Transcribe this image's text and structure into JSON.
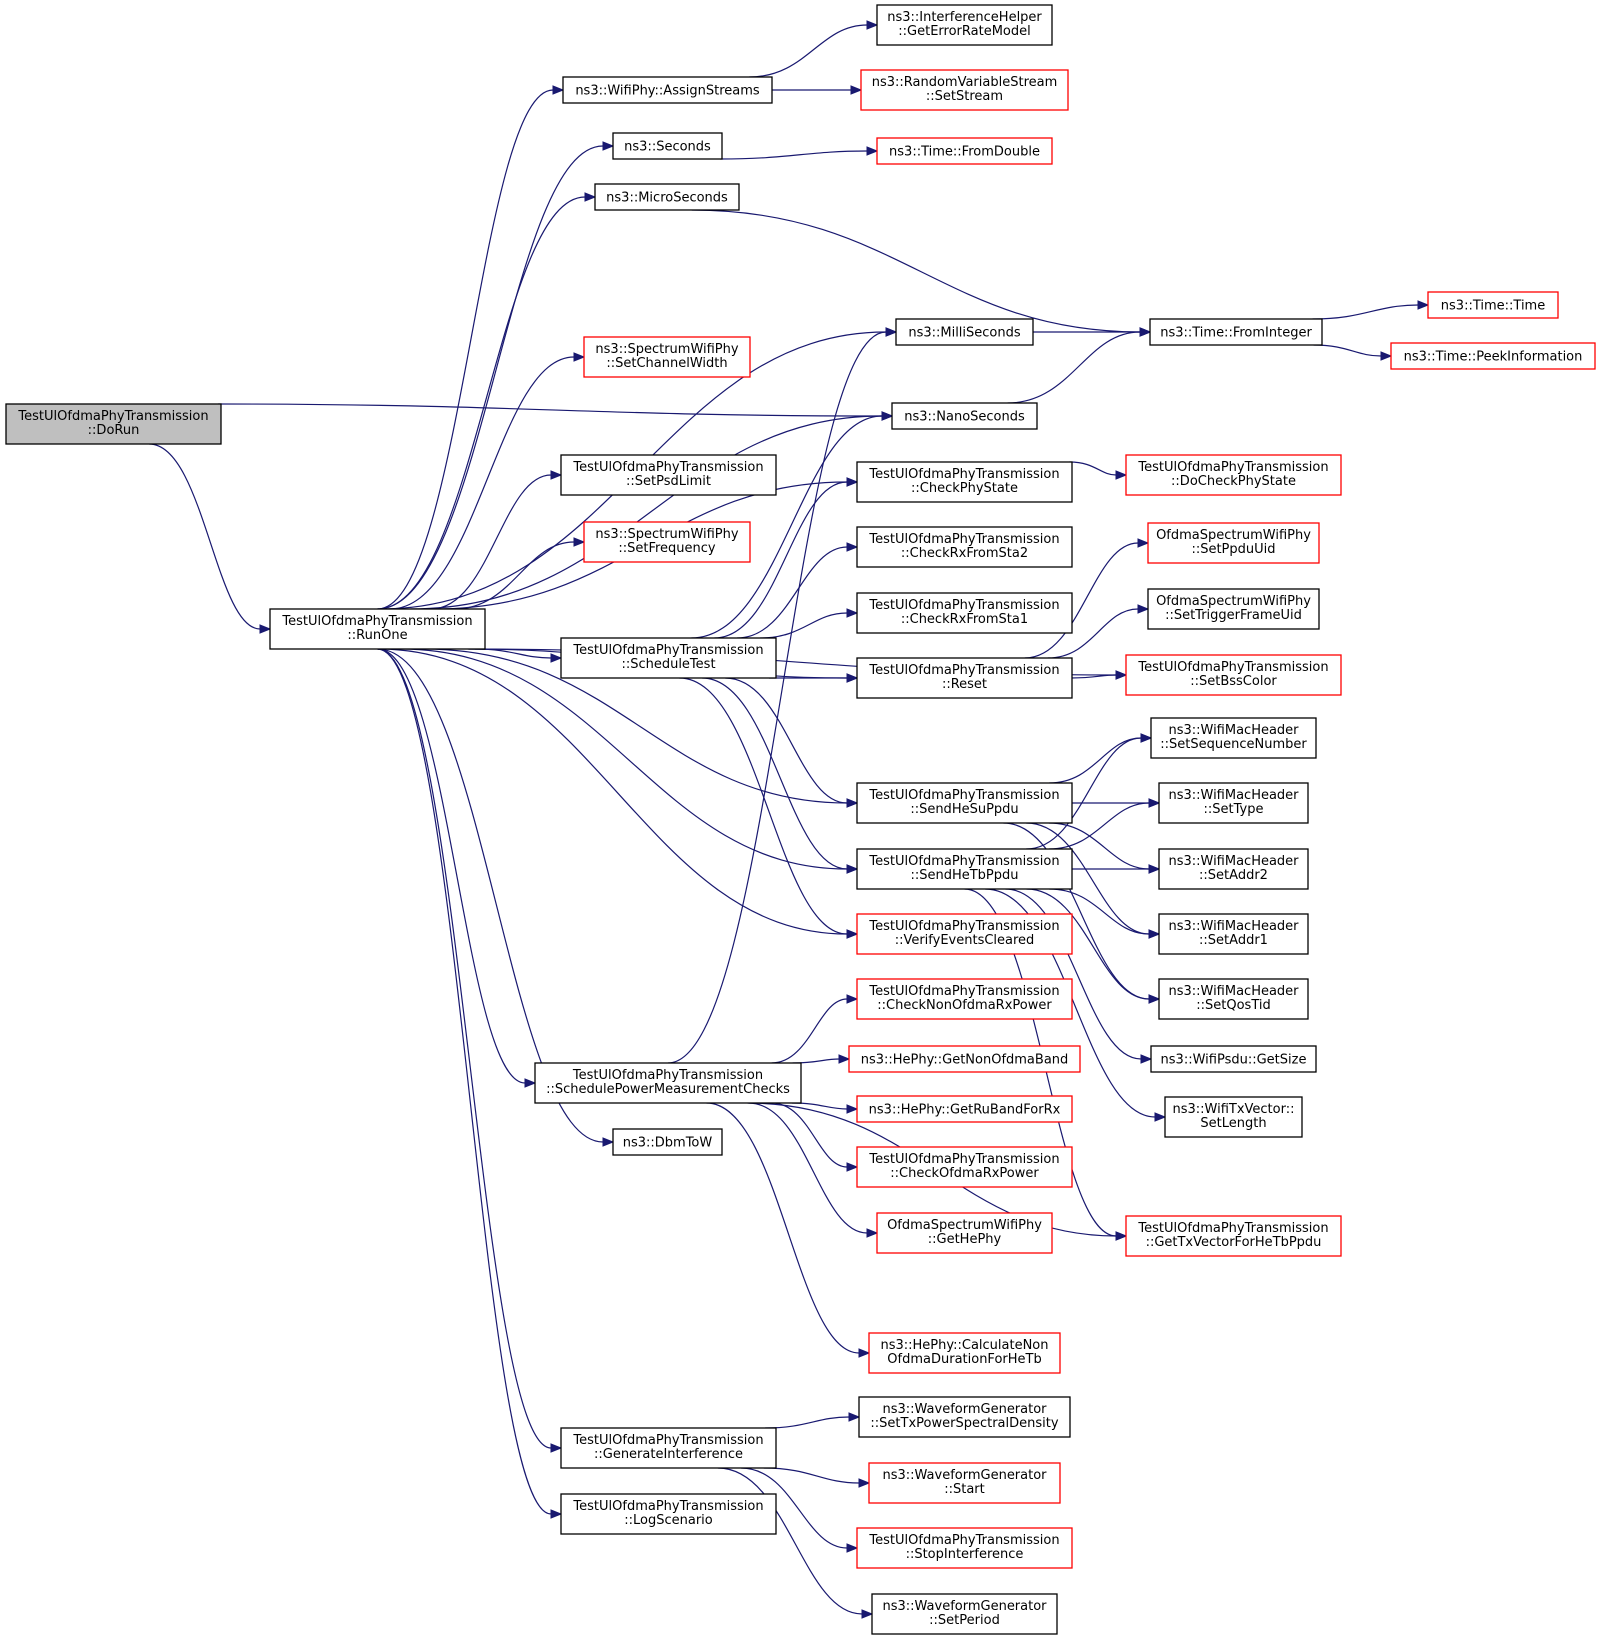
{
  "nodes": [
    {
      "id": "dorun",
      "lines": [
        "TestUlOfdmaPhyTransmission",
        "::DoRun"
      ],
      "style": "grey"
    },
    {
      "id": "runone",
      "lines": [
        "TestUlOfdmaPhyTransmission",
        "::RunOne"
      ],
      "style": "black"
    },
    {
      "id": "assign",
      "lines": [
        "ns3::WifiPhy::AssignStreams"
      ],
      "style": "black"
    },
    {
      "id": "seconds",
      "lines": [
        "ns3::Seconds"
      ],
      "style": "black"
    },
    {
      "id": "micro",
      "lines": [
        "ns3::MicroSeconds"
      ],
      "style": "black"
    },
    {
      "id": "chanw",
      "lines": [
        "ns3::SpectrumWifiPhy",
        "::SetChannelWidth"
      ],
      "style": "red"
    },
    {
      "id": "psd",
      "lines": [
        "TestUlOfdmaPhyTransmission",
        "::SetPsdLimit"
      ],
      "style": "black"
    },
    {
      "id": "freq",
      "lines": [
        "ns3::SpectrumWifiPhy",
        "::SetFrequency"
      ],
      "style": "red"
    },
    {
      "id": "sched",
      "lines": [
        "TestUlOfdmaPhyTransmission",
        "::ScheduleTest"
      ],
      "style": "black"
    },
    {
      "id": "spmc",
      "lines": [
        "TestUlOfdmaPhyTransmission",
        "::SchedulePowerMeasurementChecks"
      ],
      "style": "black"
    },
    {
      "id": "dbm",
      "lines": [
        "ns3::DbmToW"
      ],
      "style": "black"
    },
    {
      "id": "genint",
      "lines": [
        "TestUlOfdmaPhyTransmission",
        "::GenerateInterference"
      ],
      "style": "black"
    },
    {
      "id": "logsc",
      "lines": [
        "TestUlOfdmaPhyTransmission",
        "::LogScenario"
      ],
      "style": "black"
    },
    {
      "id": "interf",
      "lines": [
        "ns3::InterferenceHelper",
        "::GetErrorRateModel"
      ],
      "style": "black"
    },
    {
      "id": "rvs",
      "lines": [
        "ns3::RandomVariableStream",
        "::SetStream"
      ],
      "style": "red"
    },
    {
      "id": "fromdbl",
      "lines": [
        "ns3::Time::FromDouble"
      ],
      "style": "red"
    },
    {
      "id": "milli",
      "lines": [
        "ns3::MilliSeconds"
      ],
      "style": "black"
    },
    {
      "id": "nano",
      "lines": [
        "ns3::NanoSeconds"
      ],
      "style": "black"
    },
    {
      "id": "chkphy",
      "lines": [
        "TestUlOfdmaPhyTransmission",
        "::CheckPhyState"
      ],
      "style": "black"
    },
    {
      "id": "chksta2",
      "lines": [
        "TestUlOfdmaPhyTransmission",
        "::CheckRxFromSta2"
      ],
      "style": "black"
    },
    {
      "id": "chksta1",
      "lines": [
        "TestUlOfdmaPhyTransmission",
        "::CheckRxFromSta1"
      ],
      "style": "black"
    },
    {
      "id": "reset",
      "lines": [
        "TestUlOfdmaPhyTransmission",
        "::Reset"
      ],
      "style": "black"
    },
    {
      "id": "sendsu",
      "lines": [
        "TestUlOfdmaPhyTransmission",
        "::SendHeSuPpdu"
      ],
      "style": "black"
    },
    {
      "id": "sendtb",
      "lines": [
        "TestUlOfdmaPhyTransmission",
        "::SendHeTbPpdu"
      ],
      "style": "black"
    },
    {
      "id": "verify",
      "lines": [
        "TestUlOfdmaPhyTransmission",
        "::VerifyEventsCleared"
      ],
      "style": "red"
    },
    {
      "id": "chknon",
      "lines": [
        "TestUlOfdmaPhyTransmission",
        "::CheckNonOfdmaRxPower"
      ],
      "style": "red"
    },
    {
      "id": "getnon",
      "lines": [
        "ns3::HePhy::GetNonOfdmaBand"
      ],
      "style": "red"
    },
    {
      "id": "getru",
      "lines": [
        "ns3::HePhy::GetRuBandForRx"
      ],
      "style": "red"
    },
    {
      "id": "chkofd",
      "lines": [
        "TestUlOfdmaPhyTransmission",
        "::CheckOfdmaRxPower"
      ],
      "style": "red"
    },
    {
      "id": "gethephy",
      "lines": [
        "OfdmaSpectrumWifiPhy",
        "::GetHePhy"
      ],
      "style": "red"
    },
    {
      "id": "calcnon",
      "lines": [
        "ns3::HePhy::CalculateNon",
        "OfdmaDurationForHeTb"
      ],
      "style": "red"
    },
    {
      "id": "wgpsd",
      "lines": [
        "ns3::WaveformGenerator",
        "::SetTxPowerSpectralDensity"
      ],
      "style": "black"
    },
    {
      "id": "wgstart",
      "lines": [
        "ns3::WaveformGenerator",
        "::Start"
      ],
      "style": "red"
    },
    {
      "id": "stopint",
      "lines": [
        "TestUlOfdmaPhyTransmission",
        "::StopInterference"
      ],
      "style": "red"
    },
    {
      "id": "wgper",
      "lines": [
        "ns3::WaveformGenerator",
        "::SetPeriod"
      ],
      "style": "black"
    },
    {
      "id": "fromint",
      "lines": [
        "ns3::Time::FromInteger"
      ],
      "style": "black"
    },
    {
      "id": "docheck",
      "lines": [
        "TestUlOfdmaPhyTransmission",
        "::DoCheckPhyState"
      ],
      "style": "red"
    },
    {
      "id": "ppduuid",
      "lines": [
        "OfdmaSpectrumWifiPhy",
        "::SetPpduUid"
      ],
      "style": "red"
    },
    {
      "id": "trigger",
      "lines": [
        "OfdmaSpectrumWifiPhy",
        "::SetTriggerFrameUid"
      ],
      "style": "black"
    },
    {
      "id": "bss",
      "lines": [
        "TestUlOfdmaPhyTransmission",
        "::SetBssColor"
      ],
      "style": "red"
    },
    {
      "id": "seqnum",
      "lines": [
        "ns3::WifiMacHeader",
        "::SetSequenceNumber"
      ],
      "style": "black"
    },
    {
      "id": "settype",
      "lines": [
        "ns3::WifiMacHeader",
        "::SetType"
      ],
      "style": "black"
    },
    {
      "id": "addr2",
      "lines": [
        "ns3::WifiMacHeader",
        "::SetAddr2"
      ],
      "style": "black"
    },
    {
      "id": "addr1",
      "lines": [
        "ns3::WifiMacHeader",
        "::SetAddr1"
      ],
      "style": "black"
    },
    {
      "id": "qos",
      "lines": [
        "ns3::WifiMacHeader",
        "::SetQosTid"
      ],
      "style": "black"
    },
    {
      "id": "psdusize",
      "lines": [
        "ns3::WifiPsdu::GetSize"
      ],
      "style": "black"
    },
    {
      "id": "txlen",
      "lines": [
        "ns3::WifiTxVector::",
        "SetLength"
      ],
      "style": "black"
    },
    {
      "id": "gettxv",
      "lines": [
        "TestUlOfdmaPhyTransmission",
        "::GetTxVectorForHeTbPpdu"
      ],
      "style": "red"
    },
    {
      "id": "ttime",
      "lines": [
        "ns3::Time::Time"
      ],
      "style": "red"
    },
    {
      "id": "peek",
      "lines": [
        "ns3::Time::PeekInformation"
      ],
      "style": "red"
    }
  ],
  "edges": [
    [
      "dorun",
      "runone"
    ],
    [
      "dorun",
      "nano"
    ],
    [
      "runone",
      "assign"
    ],
    [
      "runone",
      "seconds"
    ],
    [
      "runone",
      "micro"
    ],
    [
      "runone",
      "milli"
    ],
    [
      "runone",
      "chanw"
    ],
    [
      "runone",
      "nano"
    ],
    [
      "runone",
      "psd"
    ],
    [
      "runone",
      "freq"
    ],
    [
      "runone",
      "chkphy"
    ],
    [
      "runone",
      "sched"
    ],
    [
      "runone",
      "reset"
    ],
    [
      "runone",
      "bss"
    ],
    [
      "runone",
      "sendsu"
    ],
    [
      "runone",
      "sendtb"
    ],
    [
      "runone",
      "verify"
    ],
    [
      "runone",
      "spmc"
    ],
    [
      "runone",
      "dbm"
    ],
    [
      "runone",
      "genint"
    ],
    [
      "runone",
      "logsc"
    ],
    [
      "assign",
      "interf"
    ],
    [
      "assign",
      "rvs"
    ],
    [
      "seconds",
      "fromdbl"
    ],
    [
      "micro",
      "fromint"
    ],
    [
      "milli",
      "fromint"
    ],
    [
      "nano",
      "fromint"
    ],
    [
      "fromint",
      "ttime"
    ],
    [
      "fromint",
      "peek"
    ],
    [
      "chkphy",
      "docheck"
    ],
    [
      "sched",
      "nano"
    ],
    [
      "sched",
      "chkphy"
    ],
    [
      "sched",
      "chksta2"
    ],
    [
      "sched",
      "chksta1"
    ],
    [
      "sched",
      "reset"
    ],
    [
      "sched",
      "sendsu"
    ],
    [
      "sched",
      "sendtb"
    ],
    [
      "sched",
      "verify"
    ],
    [
      "reset",
      "ppduuid"
    ],
    [
      "reset",
      "trigger"
    ],
    [
      "reset",
      "bss"
    ],
    [
      "sendsu",
      "seqnum"
    ],
    [
      "sendsu",
      "settype"
    ],
    [
      "sendsu",
      "addr2"
    ],
    [
      "sendsu",
      "addr1"
    ],
    [
      "sendsu",
      "qos"
    ],
    [
      "sendtb",
      "seqnum"
    ],
    [
      "sendtb",
      "settype"
    ],
    [
      "sendtb",
      "addr2"
    ],
    [
      "sendtb",
      "addr1"
    ],
    [
      "sendtb",
      "qos"
    ],
    [
      "sendtb",
      "psdusize"
    ],
    [
      "sendtb",
      "txlen"
    ],
    [
      "sendtb",
      "gettxv"
    ],
    [
      "spmc",
      "milli"
    ],
    [
      "spmc",
      "chknon"
    ],
    [
      "spmc",
      "getnon"
    ],
    [
      "spmc",
      "getru"
    ],
    [
      "spmc",
      "chkofd"
    ],
    [
      "spmc",
      "gethephy"
    ],
    [
      "spmc",
      "gettxv"
    ],
    [
      "spmc",
      "calcnon"
    ],
    [
      "genint",
      "wgpsd"
    ],
    [
      "genint",
      "wgstart"
    ],
    [
      "genint",
      "stopint"
    ],
    [
      "genint",
      "wgper"
    ]
  ]
}
